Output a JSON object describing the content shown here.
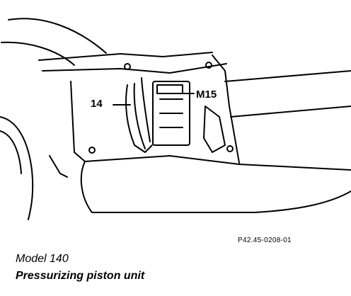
{
  "callouts": {
    "part_14": "14",
    "part_m15": "M15"
  },
  "figure_ref": "P42.45-0208-01",
  "caption": {
    "model": "Model 140",
    "title": "Pressurizing piston unit"
  }
}
